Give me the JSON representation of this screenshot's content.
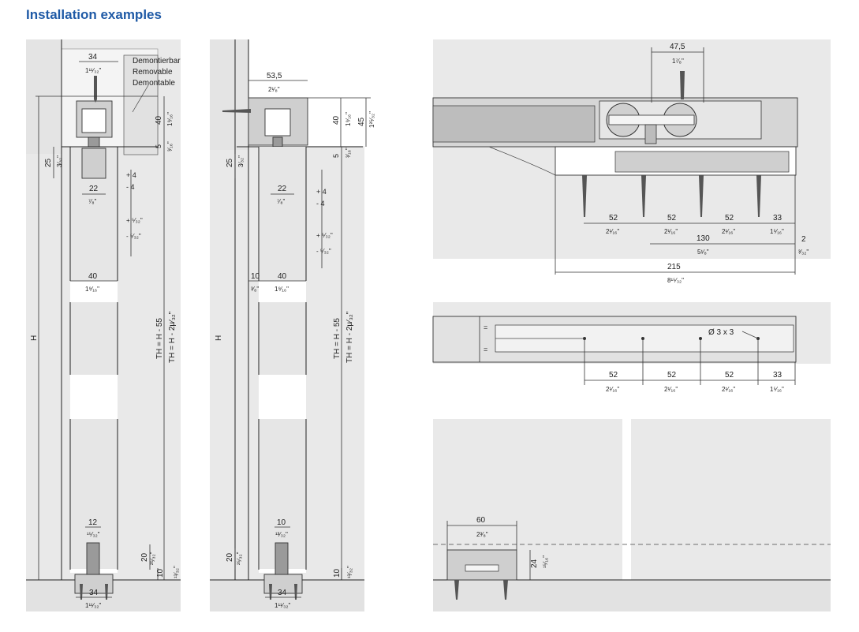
{
  "page_title": "Installation examples",
  "left_view": {
    "removable_label_de": "Demontierbar",
    "removable_label_en": "Removable",
    "removable_label_fr": "Demontable",
    "dim_34_top": "34",
    "dim_34_top_in": "1¹¹⁄₃₂\"",
    "dim_40_v": "40",
    "dim_40_v_in": "1⁹⁄₁₆\"",
    "dim_5_v": "5",
    "dim_5_v_in": "³⁄₁₆\"",
    "dim_25_v": "25",
    "dim_25_v_in": "3⁄₃₂\"",
    "dim_22": "22",
    "dim_22_in": "⁷⁄₈\"",
    "adj_plus_4": "+ 4",
    "adj_minus_4": "- 4",
    "adj_plus_in": "+ ⁵⁄₃₂\"",
    "adj_minus_in": "- ⁵⁄₃₂\"",
    "dim_40_h": "40",
    "dim_40_h_in": "1⁹⁄₁₆\"",
    "dim_H": "H",
    "dim_TH": "TH = H - 55",
    "dim_TH_in": "TH = H - 2µ⁄₃₂\"",
    "dim_12": "12",
    "dim_12_in": "¹⁵⁄₃₂\"",
    "dim_20": "20",
    "dim_20_in": "²⁵⁄₃₂\"",
    "dim_10": "10",
    "dim_10_in": "¹³⁄₃₂\"",
    "dim_34_bot": "34",
    "dim_34_bot_in": "1¹¹⁄₃₂\""
  },
  "mid_view": {
    "dim_53_5": "53,5",
    "dim_53_5_in": "2¹⁄₈\"",
    "dim_40_v": "40",
    "dim_40_v_in": "1⁹⁄₁₆\"",
    "dim_45_v": "45",
    "dim_45_v_in": "1²⁵⁄₃₂\"",
    "dim_5_v": "5",
    "dim_5_v_in": "³⁄₁₆\"",
    "dim_25_v": "25",
    "dim_25_v_in": "3⁄₃₂\"",
    "dim_22": "22",
    "dim_22_in": "⁷⁄₈\"",
    "adj_plus_4": "+ 4",
    "adj_minus_4": "- 4",
    "adj_plus_in": "+ ⁵⁄₃₂\"",
    "adj_minus_in": "- ⁵⁄₃₂\"",
    "dim_10": "10",
    "dim_10_in": "³⁄₈\"",
    "dim_40_h": "40",
    "dim_40_h_in": "1⁹⁄₁₆\"",
    "dim_H": "H",
    "dim_TH": "TH = H - 55",
    "dim_TH_in": "TH = H - 2µ⁄₃₂\"",
    "dim_10_bot": "10",
    "dim_10_bot_in": "¹³⁄₃₂\"",
    "dim_20": "20",
    "dim_20_in": "²⁵⁄₃₂\"",
    "dim_10_v": "10",
    "dim_10_v_in": "¹³⁄₃₂\"",
    "dim_34_bot": "34",
    "dim_34_bot_in": "1¹¹⁄₃₂\""
  },
  "right_top": {
    "dim_47_5": "47,5",
    "dim_47_5_in": "1⁷⁄₈\"",
    "dim_52a": "52",
    "dim_52b": "52",
    "dim_52c": "52",
    "dim_52_in": "2¹⁄₁₆\"",
    "dim_33": "33",
    "dim_33_in": "1⁵⁄₁₆\"",
    "dim_130": "130",
    "dim_130_in": "5¹⁄₈\"",
    "dim_2": "2",
    "dim_2_in": "³⁄₃₂\"",
    "dim_215": "215",
    "dim_215_in": "8¹⁵⁄₃₂\""
  },
  "right_mid": {
    "hole_label": "Ø 3 x 3",
    "dim_52a": "52",
    "dim_52b": "52",
    "dim_52c": "52",
    "dim_52_in": "2¹⁄₁₆\"",
    "dim_33": "33",
    "dim_33_in": "1⁵⁄₁₆\"",
    "equal_mark": "="
  },
  "right_bottom": {
    "dim_60": "60",
    "dim_60_in": "2³⁄₈\"",
    "dim_24": "24",
    "dim_24_in": "¹⁵⁄₁₆\""
  }
}
